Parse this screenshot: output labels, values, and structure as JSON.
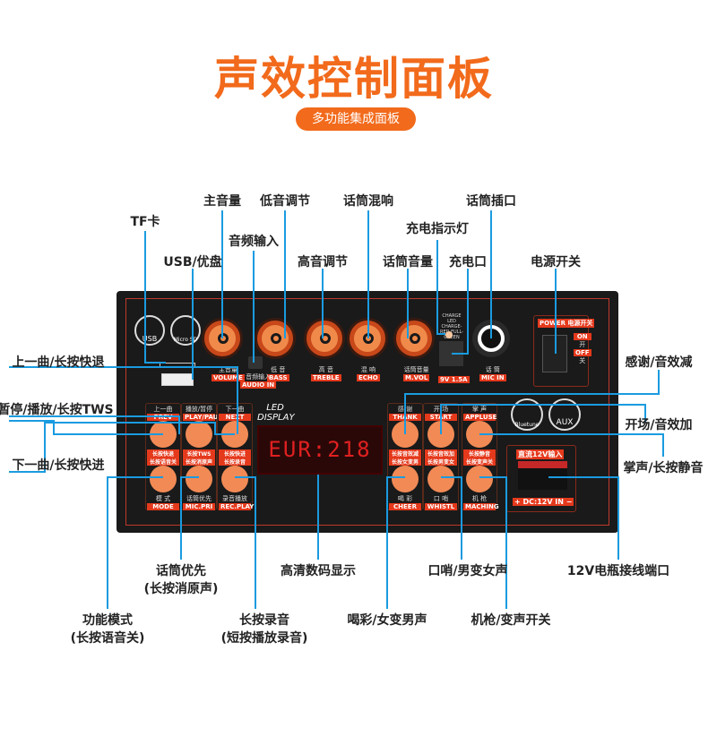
{
  "header": {
    "title": "声效控制面板",
    "subtitle": "多功能集成面板"
  },
  "callouts": {
    "main_volume": "主音量",
    "bass_adjust": "低音调节",
    "mic_echo": "话筒混响",
    "mic_jack": "话筒插口",
    "tf_card": "TF卡",
    "audio_input": "音频输入",
    "charge_led": "充电指示灯",
    "usb": "USB/优盘",
    "treble_adjust": "高音调节",
    "mic_volume": "话筒音量",
    "charge_port": "充电口",
    "power_switch": "电源开关",
    "prev": "上一曲/长按快退",
    "thank": "感谢/音效减",
    "play": "暂停/播放/长按TWS",
    "start": "开场/音效加",
    "next": "下一曲/长按快进",
    "applause": "掌声/长按静音",
    "mic_priority": "话筒优先",
    "mic_priority_sub": "(长按消原声)",
    "display": "高清数码显示",
    "whistle": "口哨/男变女声",
    "battery_port": "12V电瓶接线端口",
    "mode": "功能模式",
    "mode_sub": "(长按语音关)",
    "record": "长按录音",
    "record_sub": "(短按播放录音)",
    "cheer": "喝彩/女变男声",
    "machine": "机枪/变声开关"
  },
  "panel": {
    "usb_label": "USB",
    "sd_label": "Micro SD",
    "knobs": [
      {
        "cn": "主音量",
        "en": "VOLUME"
      },
      {
        "cn": "低 音",
        "en": "BASS"
      },
      {
        "cn": "高 音",
        "en": "TREBLE"
      },
      {
        "cn": "混 响",
        "en": "ECHO"
      },
      {
        "cn": "话筒音量",
        "en": "M.VOL"
      }
    ],
    "audio_in": {
      "cn": "音频输入",
      "en": "AUDIO IN"
    },
    "charge_led": "CHARGE LED CHARGE-RED FULL-GREEN",
    "charge_spec": "9V 1.5A",
    "mic_in": {
      "cn": "话 筒",
      "en": "MIC IN"
    },
    "power": {
      "title": "POWER 电源开关",
      "on": "ON",
      "on_cn": "开",
      "off": "OFF",
      "off_cn": "关"
    },
    "led_display": "LED DISPLAY",
    "display_value": "EUR:218",
    "top_buttons": [
      {
        "cn": "上一曲",
        "en": "PREV",
        "sub": "长按快退"
      },
      {
        "cn": "播放/暂停",
        "en": "PLAY/PAUSE",
        "sub": "长按TWS"
      },
      {
        "cn": "下一曲",
        "en": "NEXT",
        "sub": "长按快进"
      },
      {
        "cn": "感 谢",
        "en": "THANK",
        "sub": "长按音效减"
      },
      {
        "cn": "开 场",
        "en": "START",
        "sub": "长按音效加"
      },
      {
        "cn": "掌 声",
        "en": "APPLUSE",
        "sub": "长按静音"
      }
    ],
    "bottom_buttons": [
      {
        "cn": "模 式",
        "en": "MODE",
        "sub": "长按语音关"
      },
      {
        "cn": "话筒优先",
        "en": "MIC.PRI",
        "sub": "长按消原声"
      },
      {
        "cn": "录音播放",
        "en": "REC.PLAY",
        "sub": "长按录音"
      },
      {
        "cn": "喝 彩",
        "en": "CHEER",
        "sub": "长按女变男"
      },
      {
        "cn": "口 哨",
        "en": "WHISTL",
        "sub": "长按男变女"
      },
      {
        "cn": "机 枪",
        "en": "MACHING",
        "sub": "长按变声关"
      }
    ],
    "bluetooth_label": "Bluetune",
    "aux_label": "AUX",
    "dc_title": "直流12V输入",
    "dc_spec": "+ DC:12V IN −"
  },
  "colors": {
    "accent": "#f26a1b",
    "line": "#1a9be0",
    "panel": "#1a1a1a"
  }
}
